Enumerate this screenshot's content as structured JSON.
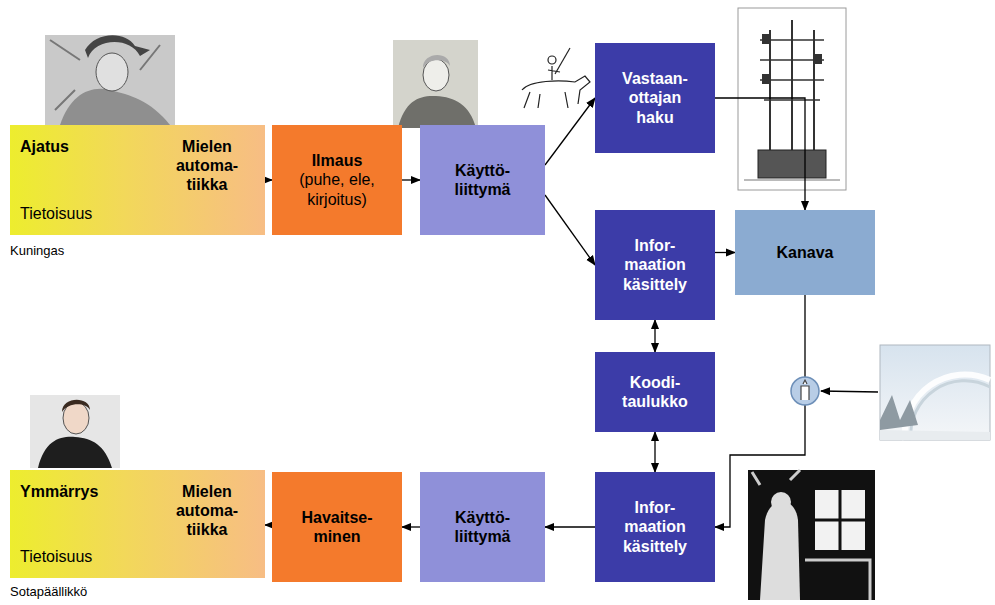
{
  "diagram": {
    "nodes": [
      {
        "text": [
          "Ajatus",
          "Mielen automa- tiikka",
          "Tietoisuus"
        ]
      },
      {
        "text": [
          "Ilmaus",
          "(puhe, ele, kirjoitus)"
        ]
      },
      {
        "text": [
          "Käyttö- liittymä"
        ]
      },
      {
        "text": [
          "Vastaan- ottajan haku"
        ]
      },
      {
        "text": [
          "Infor- maation käsittely"
        ]
      },
      {
        "text": [
          "Kanava"
        ]
      },
      {
        "text": [
          "Koodi- taulukko"
        ]
      },
      {
        "text": [
          "Infor- maation käsittely"
        ]
      },
      {
        "text": [
          "Käyttö- liittymä"
        ]
      },
      {
        "text": [
          "Havaitse- minen"
        ]
      },
      {
        "text": [
          "Ymmärrys",
          "Mielen automa- tiikka",
          "Tietoisuus"
        ]
      }
    ],
    "edges": [
      {
        "from": 0,
        "to": 1,
        "arrow": "to"
      },
      {
        "from": 1,
        "to": 2,
        "arrow": "to"
      },
      {
        "from": 2,
        "to": 3,
        "arrow": "to"
      },
      {
        "from": 2,
        "to": 4,
        "arrow": "to"
      },
      {
        "from": 3,
        "to": 5,
        "arrow": "to"
      },
      {
        "from": 4,
        "to": 5,
        "arrow": "to"
      },
      {
        "from": 5,
        "to": 7,
        "arrow": "to"
      },
      {
        "from": 4,
        "to": 6,
        "arrow": "both"
      },
      {
        "from": 6,
        "to": 7,
        "arrow": "both"
      },
      {
        "from": 7,
        "to": 8,
        "arrow": "to"
      },
      {
        "from": 8,
        "to": 9,
        "arrow": "to"
      },
      {
        "from": 9,
        "to": 10,
        "arrow": "to"
      }
    ],
    "labels": [
      "Kuningas",
      "Sotapäällikkö"
    ]
  }
}
